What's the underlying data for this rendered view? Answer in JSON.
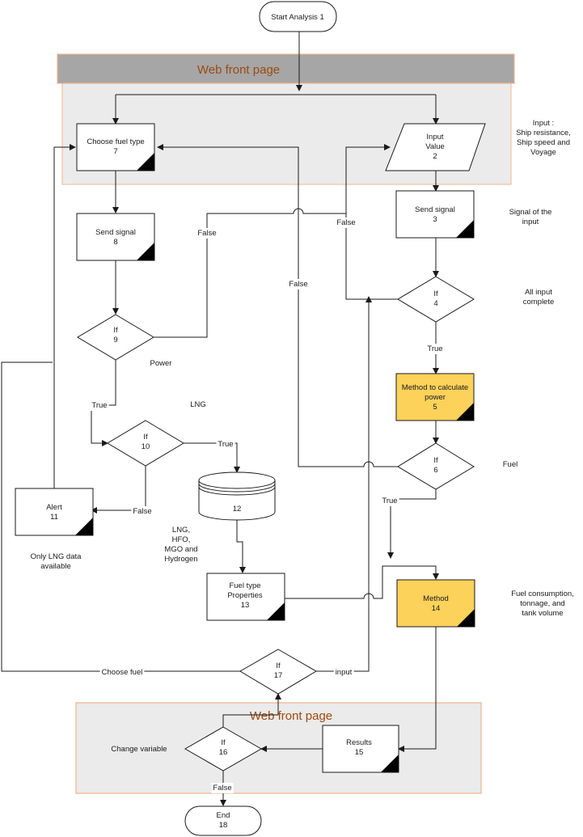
{
  "bands": {
    "top": "Web front page",
    "bottom": "Web front page"
  },
  "nodes": {
    "start": "Start Analysis 1",
    "input_value": "Input\nValue\n2",
    "send_signal_3": "Send signal\n3",
    "if_4": "If\n4",
    "method_5": "Method to calculate\npower\n5",
    "if_6": "If\n6",
    "choose_fuel_7": "Choose fuel type\n7",
    "send_signal_8": "Send signal\n8",
    "if_9": "If\n9",
    "if_10": "If\n10",
    "alert_11": "Alert\n11",
    "db_12": "12",
    "fuel_props_13": "Fuel type\nProperties\n13",
    "method_14": "Method\n14",
    "results_15": "Results\n15",
    "if_16": "If\n16",
    "if_17": "If\n17",
    "end": "End\n18"
  },
  "edge_labels": {
    "false_9": "False",
    "false_4": "False",
    "false_6": "False",
    "true_4": "True",
    "true_9": "True",
    "true_10": "True",
    "false_10": "False",
    "true_6": "True",
    "choose_fuel": "Choose fuel",
    "input": "input",
    "false_16": "False"
  },
  "annotations": {
    "input_note": "Input :\nShip resistance,\nShip speed and\nVoyage",
    "signal_note": "Signal of the\ninput",
    "complete_note": "All input\ncomplete",
    "power_note": "Power",
    "lng_note": "LNG",
    "fuel_note": "Fuel",
    "only_lng": "Only LNG data\navailable",
    "fuels_list": "LNG,\nHFO,\nMGO and\nHydrogen",
    "consumption_note": "Fuel consumption,\ntonnage, and\ntank volume",
    "change_variable": "Change variable"
  },
  "colors": {
    "band_fill": "#ebebeb",
    "band_border": "#f0b48c",
    "header_bar": "#a6a6a6",
    "highlight": "#fcd25a"
  }
}
